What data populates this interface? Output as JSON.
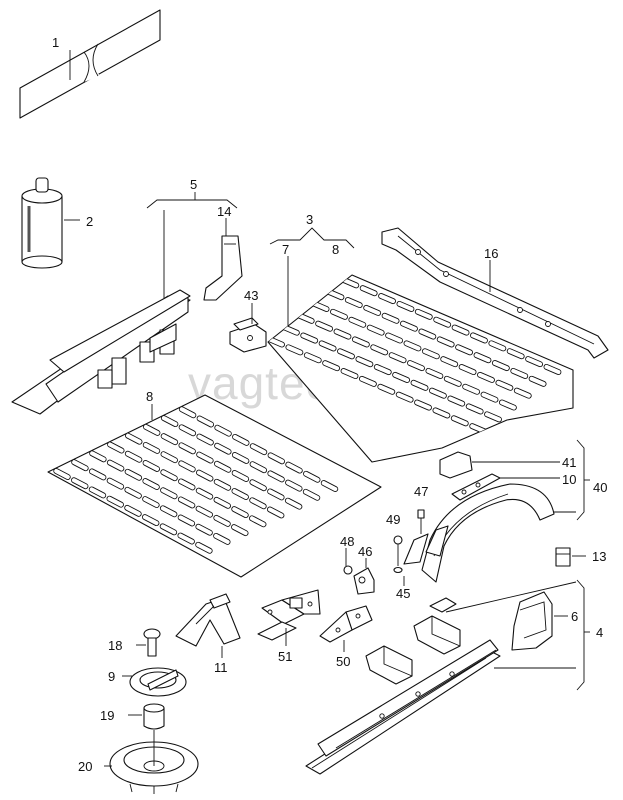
{
  "watermark": "vagtec.ru",
  "part_numbers": {
    "p1": "1",
    "p2": "2",
    "p3": "3",
    "p4": "4",
    "p5": "5",
    "p6": "6",
    "p7": "7",
    "p8": "8",
    "p9": "9",
    "p10": "10",
    "p11": "11",
    "p13": "13",
    "p14": "14",
    "p16": "16",
    "p18": "18",
    "p19": "19",
    "p20": "20",
    "p40": "40",
    "p41": "41",
    "p43": "43",
    "p45": "45",
    "p46": "46",
    "p47": "47",
    "p48": "48",
    "p49": "49",
    "p50": "50",
    "p51": "51"
  }
}
